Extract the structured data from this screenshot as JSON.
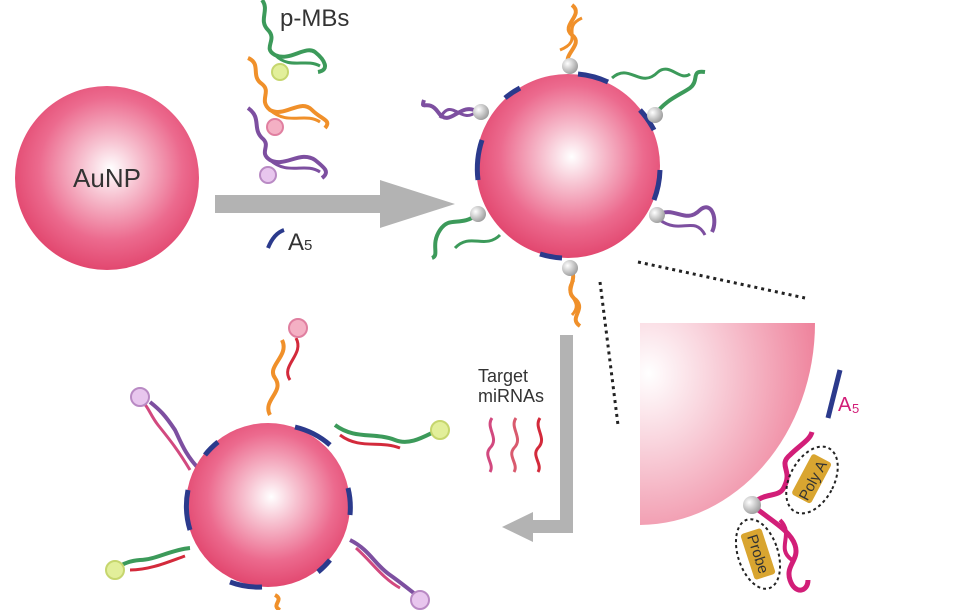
{
  "labels": {
    "aunp": "AuNP",
    "pmbs": "p-MBs",
    "a5_main": "A",
    "a5_main_sub": "5",
    "target_line1": "Target",
    "target_line2": "miRNAs",
    "a5_inset": "A",
    "a5_inset_sub": "5",
    "poly_a": "Poly A",
    "probe": "Probe"
  },
  "colors": {
    "sphere": "#e8456e",
    "sphere_highlight": "#ffffff",
    "arrow": "#b3b3b3",
    "a5_strand": "#2b3a8c",
    "dna_green": "#3c9a5a",
    "dna_orange": "#f0902a",
    "dna_purple": "#7d4fa0",
    "mirna_red": "#d32a3b",
    "mirna_pink": "#d2497f",
    "probe_magenta": "#d21e78",
    "label_box": "#d9a530"
  }
}
